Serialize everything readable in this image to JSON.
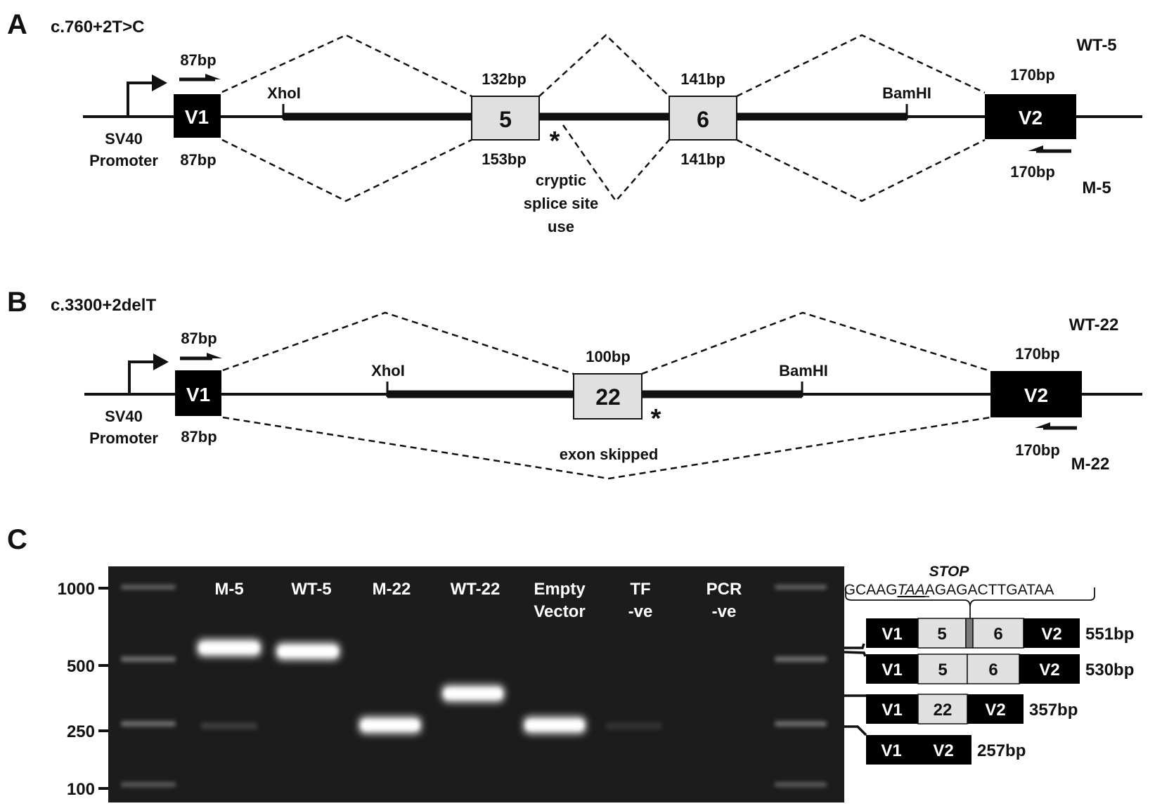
{
  "panelA": {
    "letter": "A",
    "mutation": "c.760+2T>C",
    "wt": "WT-5",
    "mut": "M-5",
    "promoter": [
      "SV40",
      "Promoter"
    ],
    "v1": "V1",
    "v2": "V2",
    "exon5": "5",
    "exon6": "6",
    "xhoi": "XhoI",
    "bamhi": "BamHI",
    "v1_top": "87bp",
    "v1_bot": "87bp",
    "e5_top": "132bp",
    "e5_bot": "153bp",
    "e6_top": "141bp",
    "e6_bot": "141bp",
    "v2_top": "170bp",
    "v2_bot": "170bp",
    "star": "*",
    "note": [
      "cryptic",
      "splice site",
      "use"
    ]
  },
  "panelB": {
    "letter": "B",
    "mutation": "c.3300+2delT",
    "wt": "WT-22",
    "mut": "M-22",
    "promoter": [
      "SV40",
      "Promoter"
    ],
    "v1": "V1",
    "v2": "V2",
    "exon22": "22",
    "xhoi": "XhoI",
    "bamhi": "BamHI",
    "v1_top": "87bp",
    "v1_bot": "87bp",
    "e22_top": "100bp",
    "v2_top": "170bp",
    "v2_bot": "170bp",
    "star": "*",
    "note": "exon skipped"
  },
  "panelC": {
    "letter": "C",
    "ladder": [
      "1000",
      "500",
      "250",
      "100"
    ],
    "lanes": [
      {
        "label": [
          "M-5"
        ]
      },
      {
        "label": [
          "WT-5"
        ]
      },
      {
        "label": [
          "M-22"
        ]
      },
      {
        "label": [
          "WT-22"
        ]
      },
      {
        "label": [
          "Empty",
          "Vector"
        ]
      },
      {
        "label": [
          "TF",
          "-ve"
        ]
      },
      {
        "label": [
          "PCR",
          "-ve"
        ]
      }
    ],
    "stop_label": "STOP",
    "seq_pre": "GCAAG",
    "seq_stop": "TAA",
    "seq_post": "AGAGACTTGATAA",
    "products": [
      {
        "blocks": [
          "V1",
          "5",
          "6",
          "V2"
        ],
        "size": "551bp"
      },
      {
        "blocks": [
          "V1",
          "5",
          "6",
          "V2"
        ],
        "size": "530bp"
      },
      {
        "blocks": [
          "V1",
          "22",
          "V2"
        ],
        "size": "357bp"
      },
      {
        "blocks": [
          "V1",
          "V2"
        ],
        "size": "257bp"
      }
    ]
  }
}
